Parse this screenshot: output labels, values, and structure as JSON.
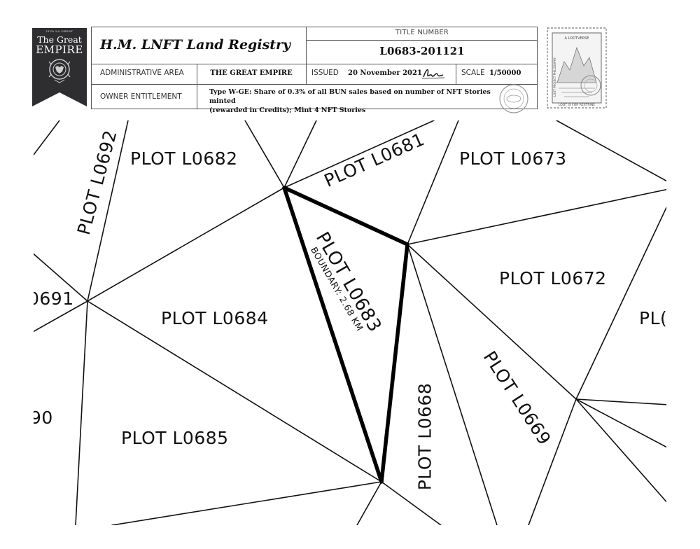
{
  "emblem": {
    "line1": "The Great",
    "line2": "EMPIRE",
    "small_text": "VIVA LA GREAT"
  },
  "header": {
    "registry_title": "H.M. LNFT Land Registry",
    "title_number_label": "TITLE NUMBER",
    "title_number": "L0683-201121",
    "admin_area_label": "ADMINISTRATIVE AREA",
    "admin_area": "THE GREAT EMPIRE",
    "issued_label": "ISSUED",
    "issued": "20 November 2021",
    "scale_label": "SCALE",
    "scale": "1/50000",
    "owner_label": "OWNER ENTITLEMENT",
    "owner_line1": "Type W-GE: Share of 0.3% of all BUN sales based on number of NFT Stories minted",
    "owner_line2": "(rewarded in Credits); Mint 4 NFT Stories"
  },
  "stamp": {
    "top_text": "A LOOTVERSE",
    "left_text": "LOOT PROJECT PHILOSOPHY",
    "bottom_text": "LOOT IS FOR RESTRINE"
  },
  "map": {
    "plots": [
      {
        "id": "L0692",
        "label": "PLOT L0692"
      },
      {
        "id": "L0682",
        "label": "PLOT L0682"
      },
      {
        "id": "L0681",
        "label": "PLOT L0681"
      },
      {
        "id": "L0673",
        "label": "PLOT L0673"
      },
      {
        "id": "L0683",
        "label": "PLOT L0683"
      },
      {
        "id": "L0672",
        "label": "PLOT L0672"
      },
      {
        "id": "L0691",
        "label": "0691"
      },
      {
        "id": "L0684",
        "label": "PLOT L0684"
      },
      {
        "id": "partial-right",
        "label": "PL("
      },
      {
        "id": "L0669",
        "label": "PLOT L0669"
      },
      {
        "id": "L0668",
        "label": "PLOT L0668"
      },
      {
        "id": "L0690",
        "label": "90"
      },
      {
        "id": "L0685",
        "label": "PLOT L0685"
      }
    ],
    "boundary_label": "BOUNDARY: 2.68 KM"
  },
  "colors": {
    "banner": "#2e2e30",
    "line": "#111111",
    "border": "#555555"
  }
}
